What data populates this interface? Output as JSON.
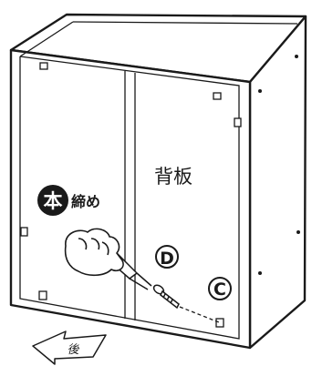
{
  "labels": {
    "back_panel": "背板",
    "tighten_badge": "本",
    "tighten_text": "締め",
    "part_d": "D",
    "part_c": "C",
    "rear_arrow": "後"
  },
  "colors": {
    "line": "#1a1a1a",
    "badge_fill": "#1a1a1a",
    "badge_text": "#ffffff",
    "paper": "#ffffff"
  }
}
